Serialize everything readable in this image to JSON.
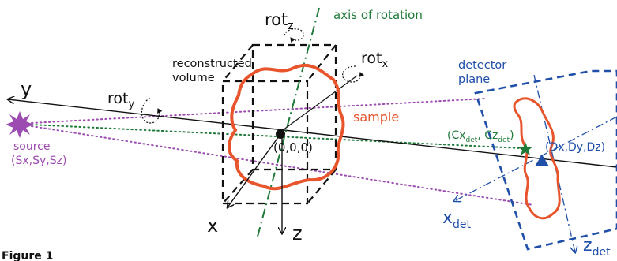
{
  "labels": {
    "axis_of_rotation": "axis of rotation",
    "rot_z": "rot",
    "rot_z_sub": "z",
    "rot_x": "rot",
    "rot_x_sub": "x",
    "rot_y": "rot",
    "rot_y_sub": "y",
    "reconstructed_volume_1": "reconstructed",
    "reconstructed_volume_2": "volume",
    "detector_plane_1": "detector",
    "detector_plane_2": "plane",
    "sample": "sample",
    "source_1": "source",
    "source_2": "(Sx,Sy,Sz)",
    "origin": "(0,0,0)",
    "center_det_open": "(Cx",
    "center_det_sub1": "det",
    "center_det_mid": ", Cz",
    "center_det_sub2": "det",
    "center_det_close": ")",
    "detector_pos": "(Dx,Dy,Dz)",
    "axis_x": "x",
    "axis_y": "y",
    "axis_z": "z",
    "x_det": "x",
    "x_det_sub": "det",
    "z_det": "z",
    "z_det_sub": "det",
    "figure_label": "Figure 1"
  },
  "colors": {
    "black": "#111111",
    "green": "#1f7a3a",
    "purple": "#9c4bb0",
    "orange": "#e8542c",
    "blue": "#1f4fa8"
  }
}
